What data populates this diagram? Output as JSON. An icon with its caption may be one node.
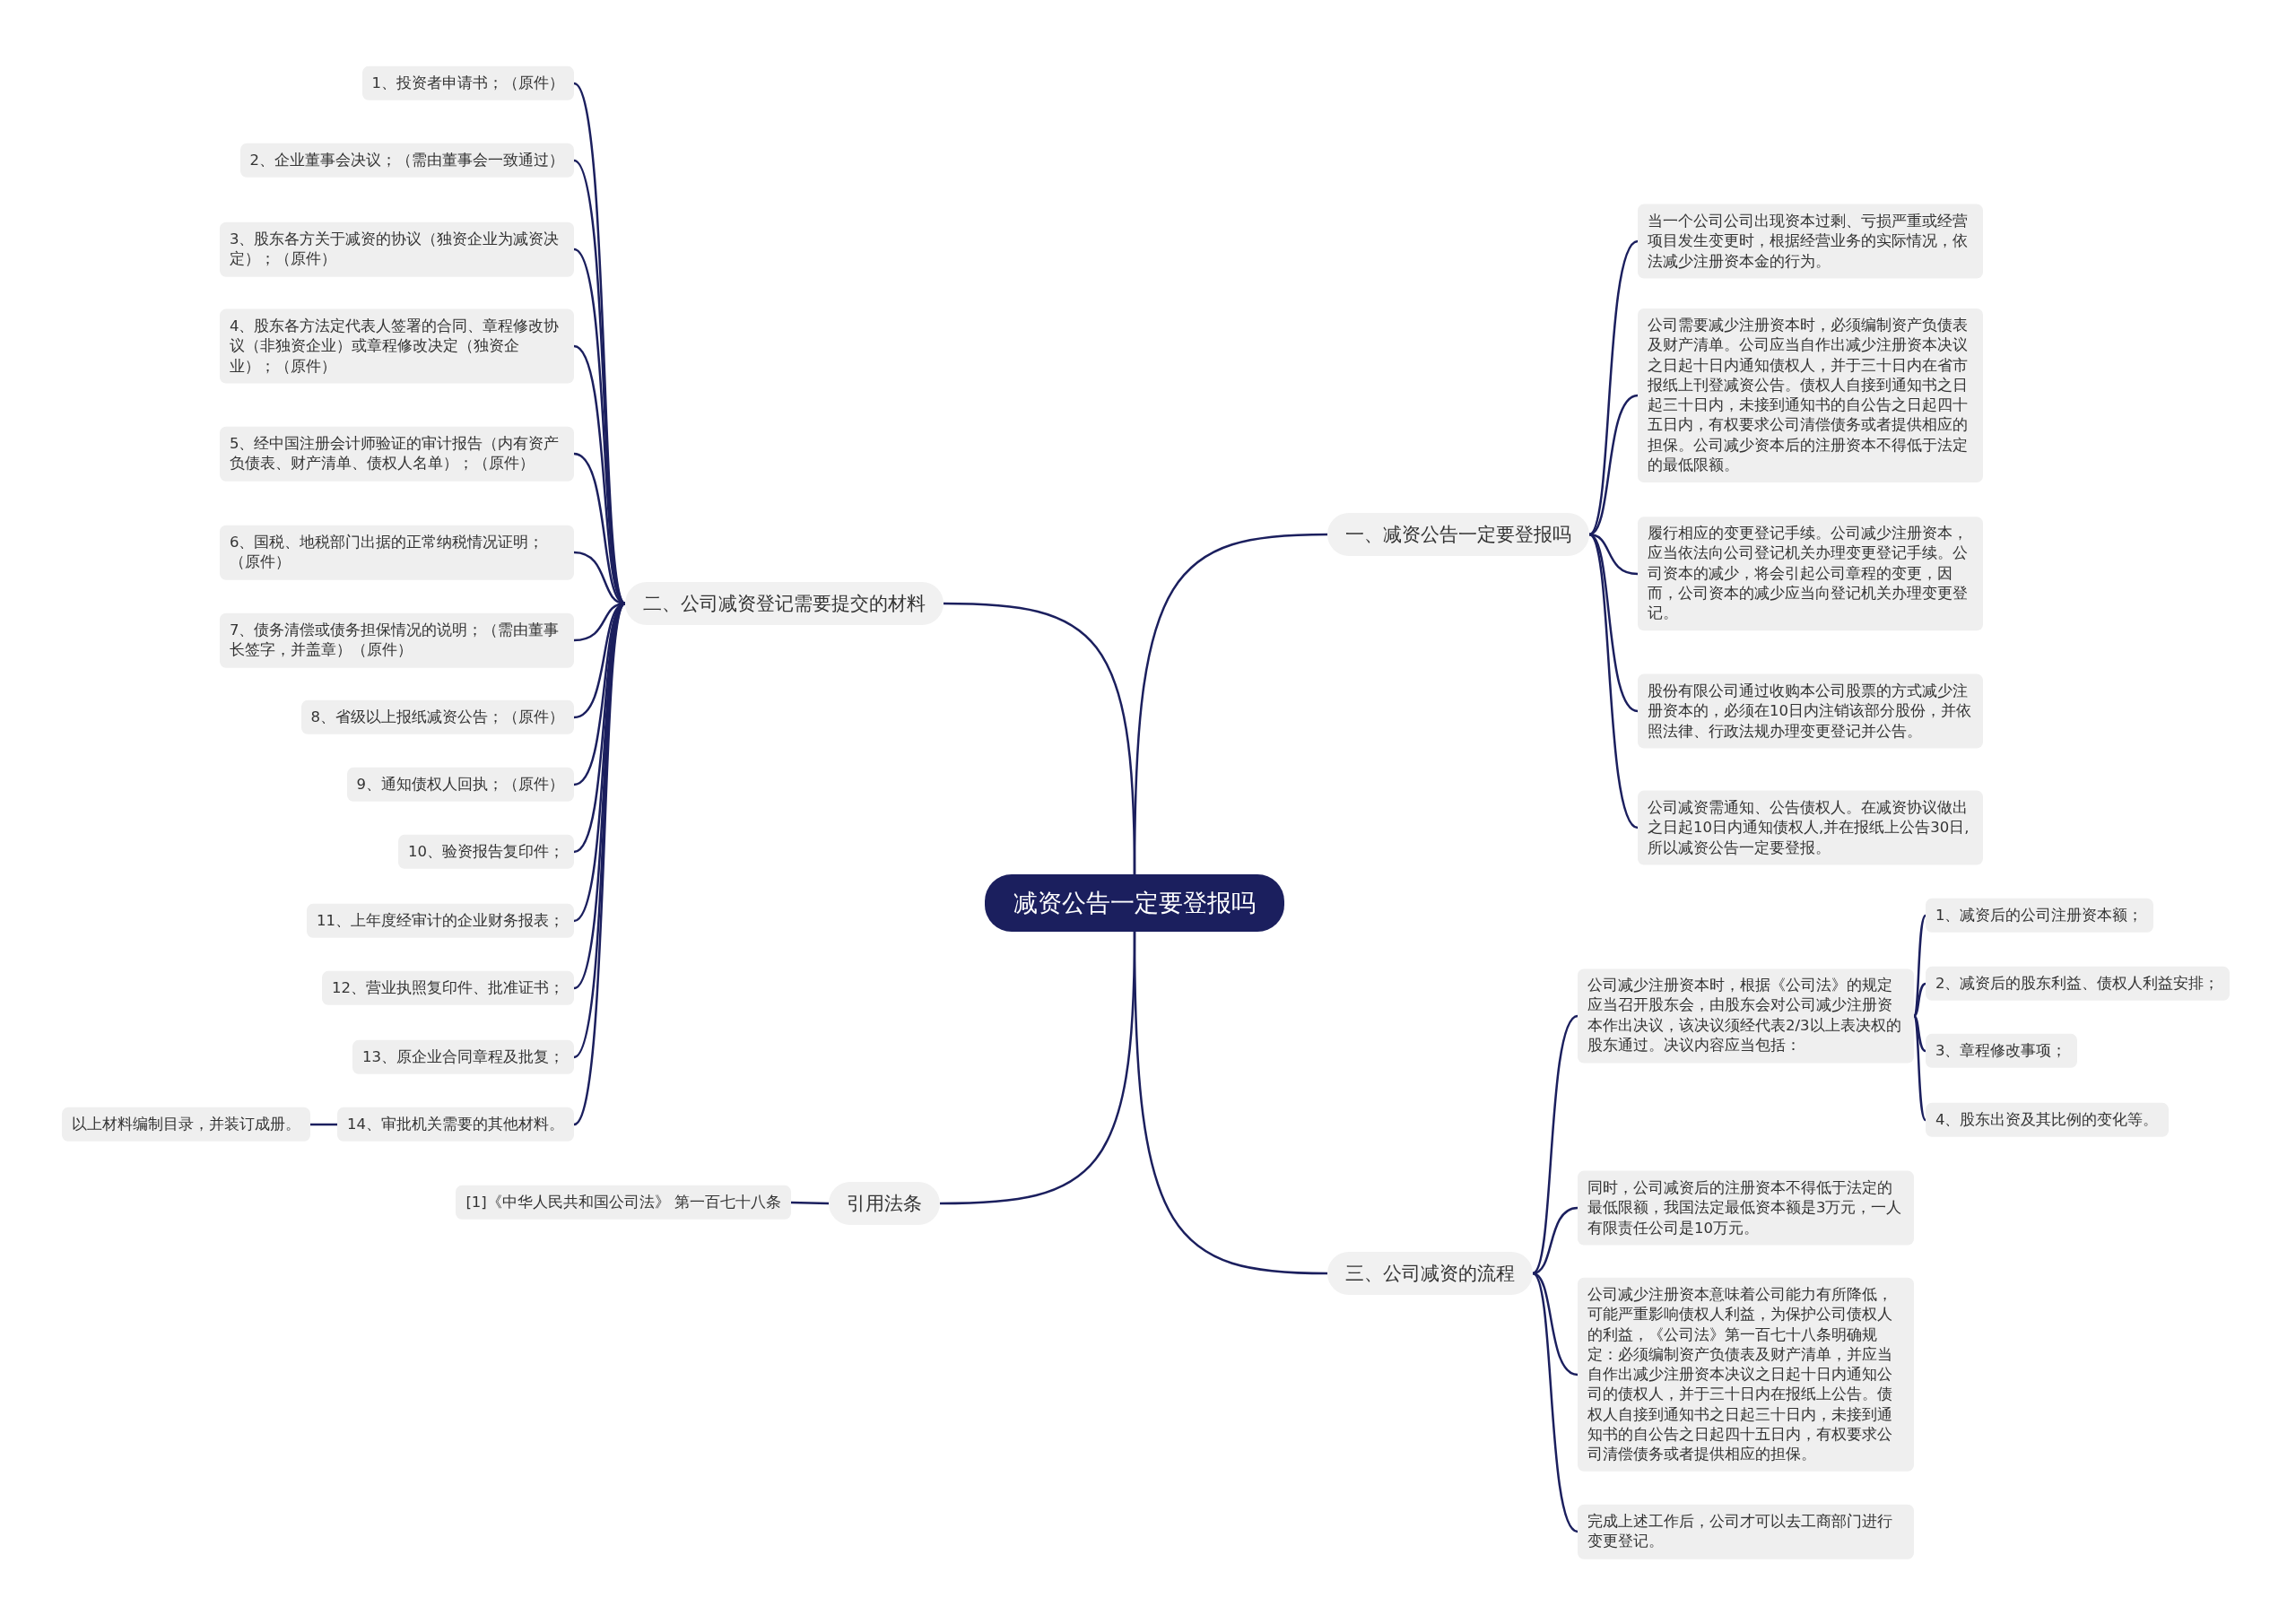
{
  "diagram": {
    "nodes": [
      {
        "text": [
          "减资公告一定要登报吗"
        ]
      },
      {
        "text": [
          "一、减资公告一定要登报吗"
        ]
      },
      {
        "text": [
          "当一个公司公司出现资本过剩、亏损严重或经营项目发生变更时，根据经营业务的实际情况，依法减少注册资本金的行为。"
        ]
      },
      {
        "text": [
          "公司需要减少注册资本时，必须编制资产负债表及财产清单。公司应当自作出减少注册资本决议之日起十日内通知债权人，并于三十日内在省市报纸上刊登减资公告。债权人自接到通知书之日起三十日内，未接到通知书的自公告之日起四十五日内，有权要求公司清偿债务或者提供相应的担保。公司减少资本后的注册资本不得低于法定的最低限额。"
        ]
      },
      {
        "text": [
          "履行相应的变更登记手续。公司减少注册资本，应当依法向公司登记机关办理变更登记手续。公司资本的减少，将会引起公司章程的变更，因而，公司资本的减少应当向登记机关办理变更登记。"
        ]
      },
      {
        "text": [
          "股份有限公司通过收购本公司股票的方式减少注册资本的，必须在10日内注销该部分股份，并依照法律、行政法规办理变更登记并公告。"
        ]
      },
      {
        "text": [
          "公司减资需通知、公告债权人。在减资协议做出之日起10日内通知债权人,并在报纸上公告30日,所以减资公告一定要登报。"
        ]
      },
      {
        "text": [
          "二、公司减资登记需要提交的材料"
        ]
      },
      {
        "text": [
          "1、投资者申请书；（原件）"
        ]
      },
      {
        "text": [
          "2、企业董事会决议；（需由董事会一致通过）"
        ]
      },
      {
        "text": [
          "3、股东各方关于减资的协议（独资企业为减资决定）；（原件）"
        ]
      },
      {
        "text": [
          "4、股东各方法定代表人签署的合同、章程修改协议（非独资企业）或章程修改决定（独资企业）；（原件）"
        ]
      },
      {
        "text": [
          "5、经中国注册会计师验证的审计报告（内有资产负债表、财产清单、债权人名单）；（原件）"
        ]
      },
      {
        "text": [
          "6、国税、地税部门出据的正常纳税情况证明；（原件）"
        ]
      },
      {
        "text": [
          "7、债务清偿或债务担保情况的说明；（需由董事长签字，并盖章）（原件）"
        ]
      },
      {
        "text": [
          "8、省级以上报纸减资公告；（原件）"
        ]
      },
      {
        "text": [
          "9、通知债权人回执；（原件）"
        ]
      },
      {
        "text": [
          "10、验资报告复印件；"
        ]
      },
      {
        "text": [
          "11、上年度经审计的企业财务报表；"
        ]
      },
      {
        "text": [
          "12、营业执照复印件、批准证书；"
        ]
      },
      {
        "text": [
          "13、原企业合同章程及批复；"
        ]
      },
      {
        "text": [
          "14、审批机关需要的其他材料。"
        ]
      },
      {
        "text": [
          "以上材料编制目录，并装订成册。"
        ]
      },
      {
        "text": [
          "引用法条"
        ]
      },
      {
        "text": [
          "[1]《中华人民共和国公司法》 第一百七十八条"
        ]
      },
      {
        "text": [
          "三、公司减资的流程"
        ]
      },
      {
        "text": [
          "公司减少注册资本时，根据《公司法》的规定应当召开股东会，由股东会对公司减少注册资本作出决议，该决议须经代表2/3以上表决权的股东通过。决议内容应当包括："
        ]
      },
      {
        "text": [
          "1、减资后的公司注册资本额；"
        ]
      },
      {
        "text": [
          "2、减资后的股东利益、债权人利益安排；"
        ]
      },
      {
        "text": [
          "3、章程修改事项；"
        ]
      },
      {
        "text": [
          "4、股东出资及其比例的变化等。"
        ]
      },
      {
        "text": [
          "同时，公司减资后的注册资本不得低于法定的最低限额，我国法定最低资本额是3万元，一人有限责任公司是10万元。"
        ]
      },
      {
        "text": [
          "公司减少注册资本意味着公司能力有所降低，可能严重影响债权人利益，为保护公司债权人的利益，《公司法》第一百七十八条明确规定：必须编制资产负债表及财产清单，并应当自作出减少注册资本决议之日起十日内通知公司的债权人，并于三十日内在报纸上公告。债权人自接到通知书之日起三十日内，未接到通知书的自公告之日起四十五日内，有权要求公司清偿债务或者提供相应的担保。"
        ]
      },
      {
        "text": [
          "完成上述工作后，公司才可以去工商部门进行变更登记。"
        ]
      }
    ],
    "edges": [
      {
        "from": 0,
        "to": 1,
        "arrow": "none"
      },
      {
        "from": 1,
        "to": 2,
        "arrow": "none"
      },
      {
        "from": 1,
        "to": 3,
        "arrow": "none"
      },
      {
        "from": 1,
        "to": 4,
        "arrow": "none"
      },
      {
        "from": 1,
        "to": 5,
        "arrow": "none"
      },
      {
        "from": 1,
        "to": 6,
        "arrow": "none"
      },
      {
        "from": 0,
        "to": 7,
        "arrow": "none"
      },
      {
        "from": 7,
        "to": 8,
        "arrow": "none"
      },
      {
        "from": 7,
        "to": 9,
        "arrow": "none"
      },
      {
        "from": 7,
        "to": 10,
        "arrow": "none"
      },
      {
        "from": 7,
        "to": 11,
        "arrow": "none"
      },
      {
        "from": 7,
        "to": 12,
        "arrow": "none"
      },
      {
        "from": 7,
        "to": 13,
        "arrow": "none"
      },
      {
        "from": 7,
        "to": 14,
        "arrow": "none"
      },
      {
        "from": 7,
        "to": 15,
        "arrow": "none"
      },
      {
        "from": 7,
        "to": 16,
        "arrow": "none"
      },
      {
        "from": 7,
        "to": 17,
        "arrow": "none"
      },
      {
        "from": 7,
        "to": 18,
        "arrow": "none"
      },
      {
        "from": 7,
        "to": 19,
        "arrow": "none"
      },
      {
        "from": 7,
        "to": 20,
        "arrow": "none"
      },
      {
        "from": 7,
        "to": 21,
        "arrow": "none"
      },
      {
        "from": 21,
        "to": 22,
        "arrow": "none"
      },
      {
        "from": 0,
        "to": 23,
        "arrow": "none"
      },
      {
        "from": 23,
        "to": 24,
        "arrow": "none"
      },
      {
        "from": 0,
        "to": 25,
        "arrow": "none"
      },
      {
        "from": 25,
        "to": 26,
        "arrow": "none"
      },
      {
        "from": 26,
        "to": 27,
        "arrow": "none"
      },
      {
        "from": 26,
        "to": 28,
        "arrow": "none"
      },
      {
        "from": 26,
        "to": 29,
        "arrow": "none"
      },
      {
        "from": 26,
        "to": 30,
        "arrow": "none"
      },
      {
        "from": 25,
        "to": 31,
        "arrow": "none"
      },
      {
        "from": 25,
        "to": 32,
        "arrow": "none"
      },
      {
        "from": 25,
        "to": 33,
        "arrow": "none"
      }
    ]
  }
}
